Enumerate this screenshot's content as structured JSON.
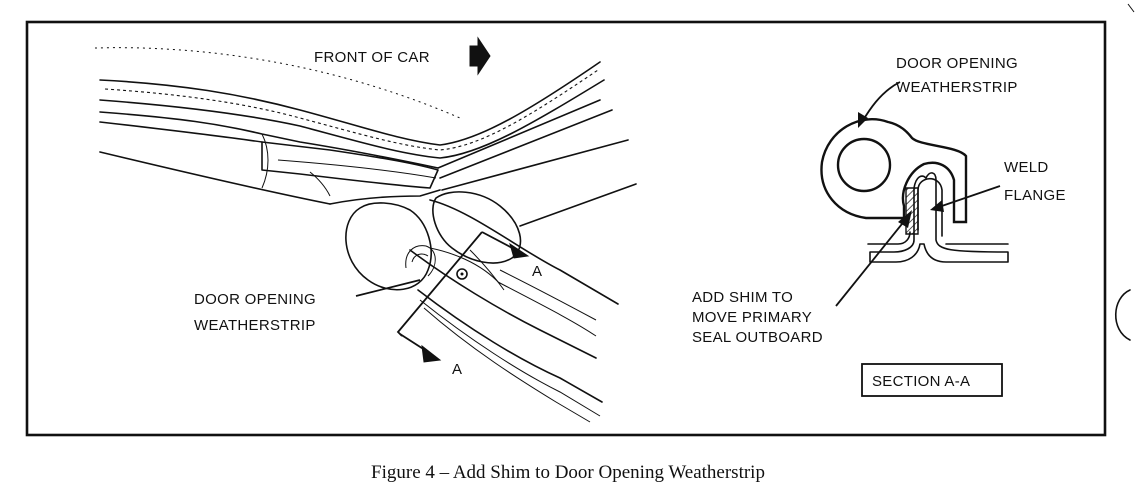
{
  "labels": {
    "front_of_car": "FRONT OF CAR",
    "door_weatherstrip_left_line1": "DOOR OPENING",
    "door_weatherstrip_left_line2": "WEATHERSTRIP",
    "section_marker_top": "A",
    "section_marker_bottom": "A",
    "door_weatherstrip_right_line1": "DOOR OPENING",
    "door_weatherstrip_right_line2": "WEATHERSTRIP",
    "weld_flange_line1": "WELD",
    "weld_flange_line2": "FLANGE",
    "add_shim_line1": "ADD SHIM TO",
    "add_shim_line2": "MOVE PRIMARY",
    "add_shim_line3": "SEAL OUTBOARD",
    "section_title": "SECTION A-A"
  },
  "caption": "Figure 4 – Add Shim to Door Opening Weatherstrip"
}
